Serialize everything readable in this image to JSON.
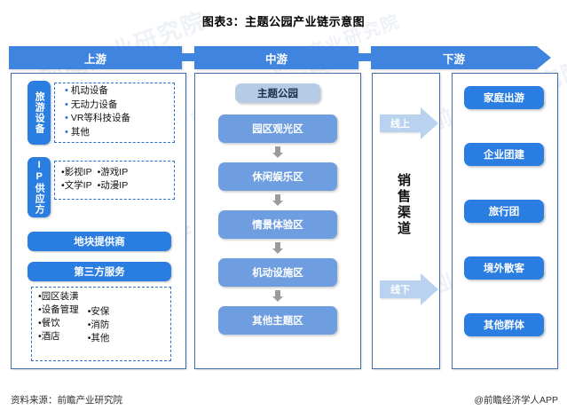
{
  "title": "图表3：主题公园产业链示意图",
  "header": {
    "upstream": "上游",
    "midstream": "中游",
    "downstream": "下游",
    "arrow_icon": "right-arrow-icon"
  },
  "upstream": {
    "groups": [
      {
        "tag": "旅游设备",
        "layout": "single",
        "items": [
          "机动设备",
          "无动力设备",
          "VR等科技设备",
          "其他"
        ]
      },
      {
        "tag": "IP供应方",
        "layout": "double",
        "col1": [
          "影视IP",
          "文学IP"
        ],
        "col2": [
          "游戏IP",
          "动漫IP"
        ]
      }
    ],
    "bars": [
      {
        "label": "地块提供商"
      },
      {
        "label": "第三方服务"
      }
    ],
    "third_party": {
      "col1": [
        "园区装潢",
        "设备管理",
        "餐饮",
        "酒店"
      ],
      "col2": [
        "安保",
        "消防",
        "其他"
      ]
    }
  },
  "midstream": {
    "head": "主题公园",
    "nodes": [
      "园区观光区",
      "休闲娱乐区",
      "情景体验区",
      "机动设施区",
      "其他主题区"
    ],
    "connector_icon": "down-arrow-icon"
  },
  "channel": {
    "label": "销售渠道",
    "arrows": [
      "线上",
      "线下"
    ]
  },
  "downstream": {
    "customers": [
      "家庭出游",
      "企业团建",
      "旅行团",
      "境外散客",
      "其他群体"
    ]
  },
  "footer": {
    "source": "资料来源：前瞻产业研究院",
    "credit": "@前瞻经济学人APP"
  },
  "watermarks": [
    "前瞻产业研究院",
    "前瞻产业研究院",
    "前瞻产业研究院",
    "前瞻产业研究院",
    "前瞻产业研究院",
    "前瞻产业研究院"
  ],
  "colors": {
    "header_blue": "#3f85e0",
    "pill_blue": "#2a7de1",
    "mid_node": "#6f9ee0",
    "mid_head": "#b6cce5",
    "panel_border": "#3f6fb0",
    "channel_arrow": "#b9d2f0"
  }
}
